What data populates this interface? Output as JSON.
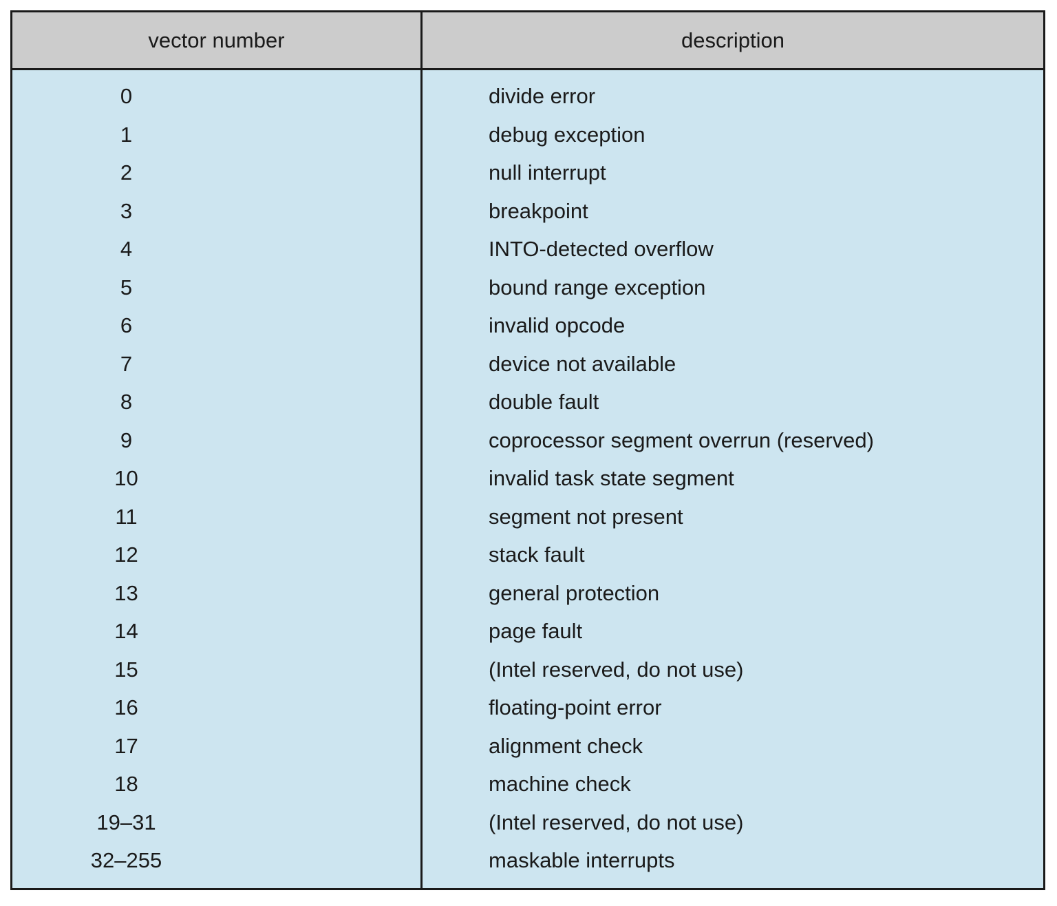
{
  "table": {
    "columns": [
      {
        "key": "vector_number",
        "label": "vector number"
      },
      {
        "key": "description",
        "label": "description"
      }
    ],
    "rows": [
      {
        "vector_number": "0",
        "description": "divide error"
      },
      {
        "vector_number": "1",
        "description": "debug exception"
      },
      {
        "vector_number": "2",
        "description": "null interrupt"
      },
      {
        "vector_number": "3",
        "description": "breakpoint"
      },
      {
        "vector_number": "4",
        "description": "INTO-detected overflow"
      },
      {
        "vector_number": "5",
        "description": "bound range exception"
      },
      {
        "vector_number": "6",
        "description": "invalid opcode"
      },
      {
        "vector_number": "7",
        "description": "device not available"
      },
      {
        "vector_number": "8",
        "description": "double fault"
      },
      {
        "vector_number": "9",
        "description": "coprocessor segment overrun (reserved)"
      },
      {
        "vector_number": "10",
        "description": "invalid task state segment"
      },
      {
        "vector_number": "11",
        "description": "segment not present"
      },
      {
        "vector_number": "12",
        "description": "stack fault"
      },
      {
        "vector_number": "13",
        "description": "general protection"
      },
      {
        "vector_number": "14",
        "description": "page fault"
      },
      {
        "vector_number": "15",
        "description": "(Intel reserved, do not use)"
      },
      {
        "vector_number": "16",
        "description": "floating-point error"
      },
      {
        "vector_number": "17",
        "description": "alignment check"
      },
      {
        "vector_number": "18",
        "description": "machine check"
      },
      {
        "vector_number": "19–31",
        "description": "(Intel reserved, do not use)"
      },
      {
        "vector_number": "32–255",
        "description": "maskable interrupts"
      }
    ]
  },
  "colors": {
    "header_background": "#cccccc",
    "body_background": "#cde5f0",
    "border": "#1a1a1a",
    "text": "#1a1a1a",
    "page_background": "#ffffff"
  }
}
